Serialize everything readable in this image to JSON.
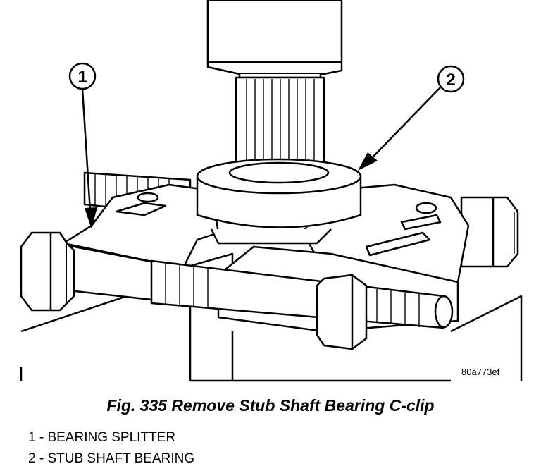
{
  "figure": {
    "code": "80a773ef",
    "caption": "Fig. 335 Remove Stub Shaft Bearing C-clip"
  },
  "callouts": [
    {
      "number": "1"
    },
    {
      "number": "2"
    }
  ],
  "legend": [
    {
      "text": "1 - BEARING SPLITTER"
    },
    {
      "text": "2 - STUB SHAFT BEARING"
    }
  ]
}
